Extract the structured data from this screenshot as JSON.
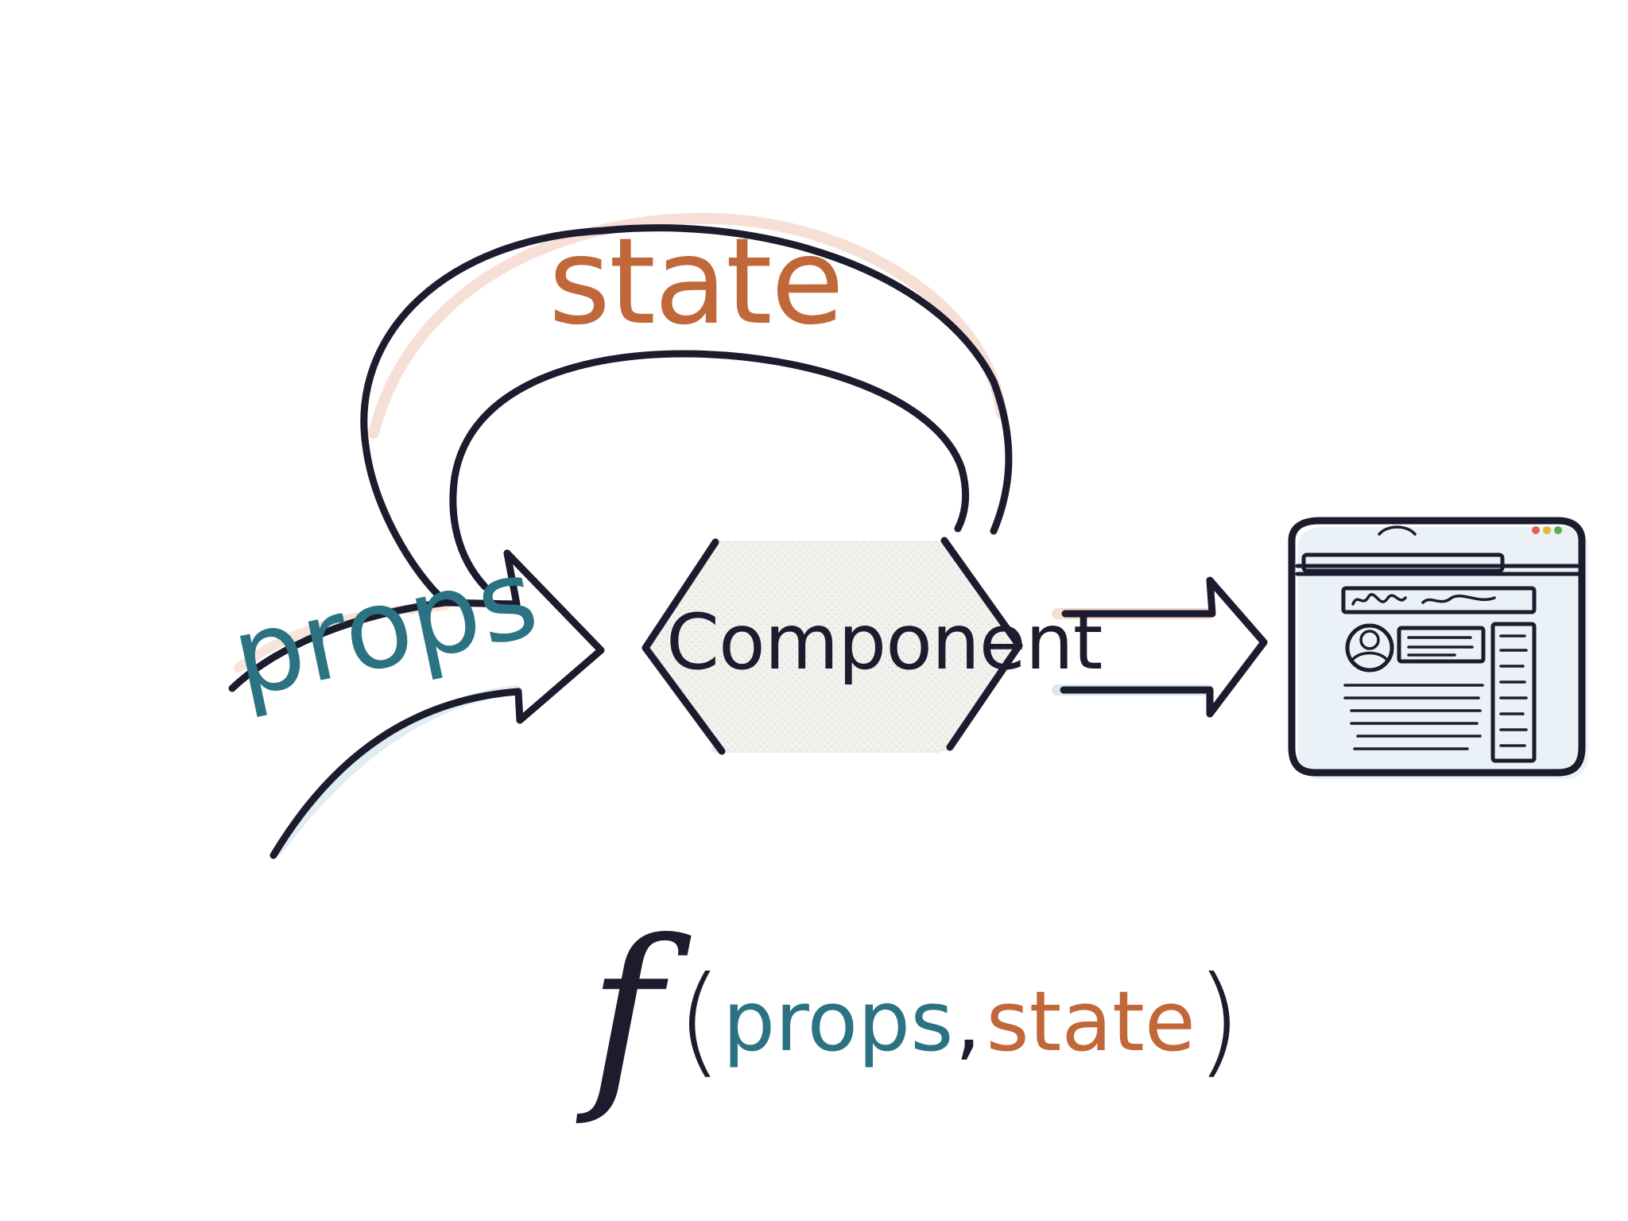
{
  "diagram": {
    "state_label": "state",
    "props_label": "props",
    "component_label": "Component",
    "formula": {
      "fn": "f",
      "open_paren": "(",
      "arg1": "props",
      "comma": ",",
      "arg2": "state",
      "close_paren": ")"
    },
    "output_icon": "browser-window-icon"
  },
  "colors": {
    "ink": "#1c1c2e",
    "props": "#2b7382",
    "state": "#c0683a",
    "component_fill": "#f1efec",
    "shadow_warm": "#f5ddd2",
    "shadow_cool": "#d8e8f0"
  }
}
